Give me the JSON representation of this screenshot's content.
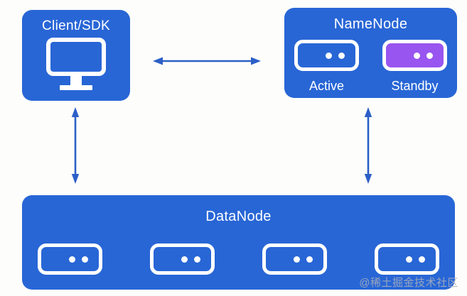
{
  "client": {
    "title": "Client/SDK"
  },
  "namenode": {
    "title": "NameNode",
    "nodes": [
      {
        "label": "Active",
        "style": "outline"
      },
      {
        "label": "Standby",
        "style": "purple"
      }
    ]
  },
  "datanode": {
    "title": "DataNode",
    "server_count": 4
  },
  "arrows": [
    {
      "from": "client-sdk",
      "to": "namenode",
      "direction": "bidirectional",
      "orientation": "horizontal"
    },
    {
      "from": "client-sdk",
      "to": "datanode",
      "direction": "bidirectional",
      "orientation": "vertical"
    },
    {
      "from": "namenode",
      "to": "datanode",
      "direction": "bidirectional",
      "orientation": "vertical"
    }
  ],
  "watermark": "@稀土掘金技术社区",
  "colors": {
    "box_blue": "#2866d6",
    "standby_purple": "#9955f0",
    "arrow_blue": "#2c5fc7",
    "icon_white": "#ffffff",
    "background": "#fdfdfb",
    "watermark_gray": "#adb2ba"
  }
}
